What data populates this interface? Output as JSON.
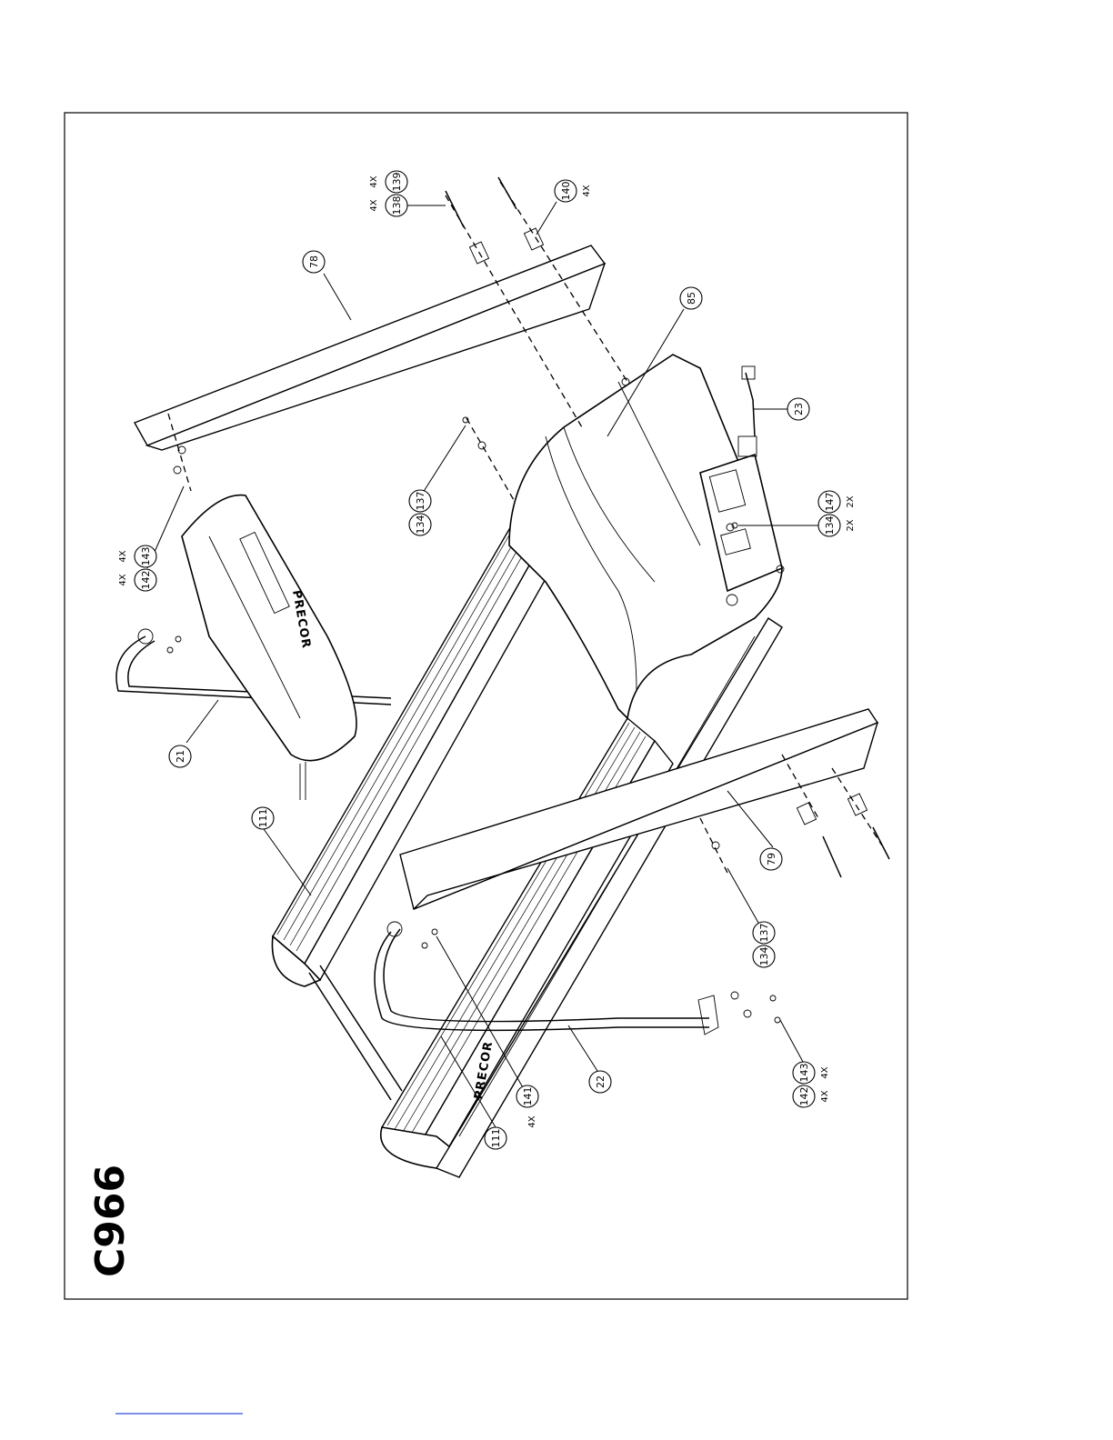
{
  "title": "C966",
  "brand": "PRECOR",
  "callouts": [
    {
      "id": "c78",
      "num": "78"
    },
    {
      "id": "c85",
      "num": "85"
    },
    {
      "id": "c138",
      "num": "138",
      "qty": "4X"
    },
    {
      "id": "c139",
      "num": "139",
      "qty": "4X"
    },
    {
      "id": "c140",
      "num": "140",
      "qty": "4X"
    },
    {
      "id": "c23",
      "num": "23"
    },
    {
      "id": "c134a",
      "num": "134"
    },
    {
      "id": "c137a",
      "num": "137"
    },
    {
      "id": "c134b",
      "num": "134",
      "qty": "2X"
    },
    {
      "id": "c147",
      "num": "147",
      "qty": "2X"
    },
    {
      "id": "c142a",
      "num": "142",
      "qty": "4X"
    },
    {
      "id": "c143a",
      "num": "143",
      "qty": "4X"
    },
    {
      "id": "c21",
      "num": "21"
    },
    {
      "id": "c111a",
      "num": "111"
    },
    {
      "id": "c79",
      "num": "79"
    },
    {
      "id": "c134c",
      "num": "134"
    },
    {
      "id": "c137c",
      "num": "137"
    },
    {
      "id": "c142b",
      "num": "142",
      "qty": "4X"
    },
    {
      "id": "c143b",
      "num": "143",
      "qty": "4X"
    },
    {
      "id": "c141",
      "num": "141",
      "qty": "4X"
    },
    {
      "id": "c22",
      "num": "22"
    },
    {
      "id": "c111b",
      "num": "111"
    }
  ]
}
